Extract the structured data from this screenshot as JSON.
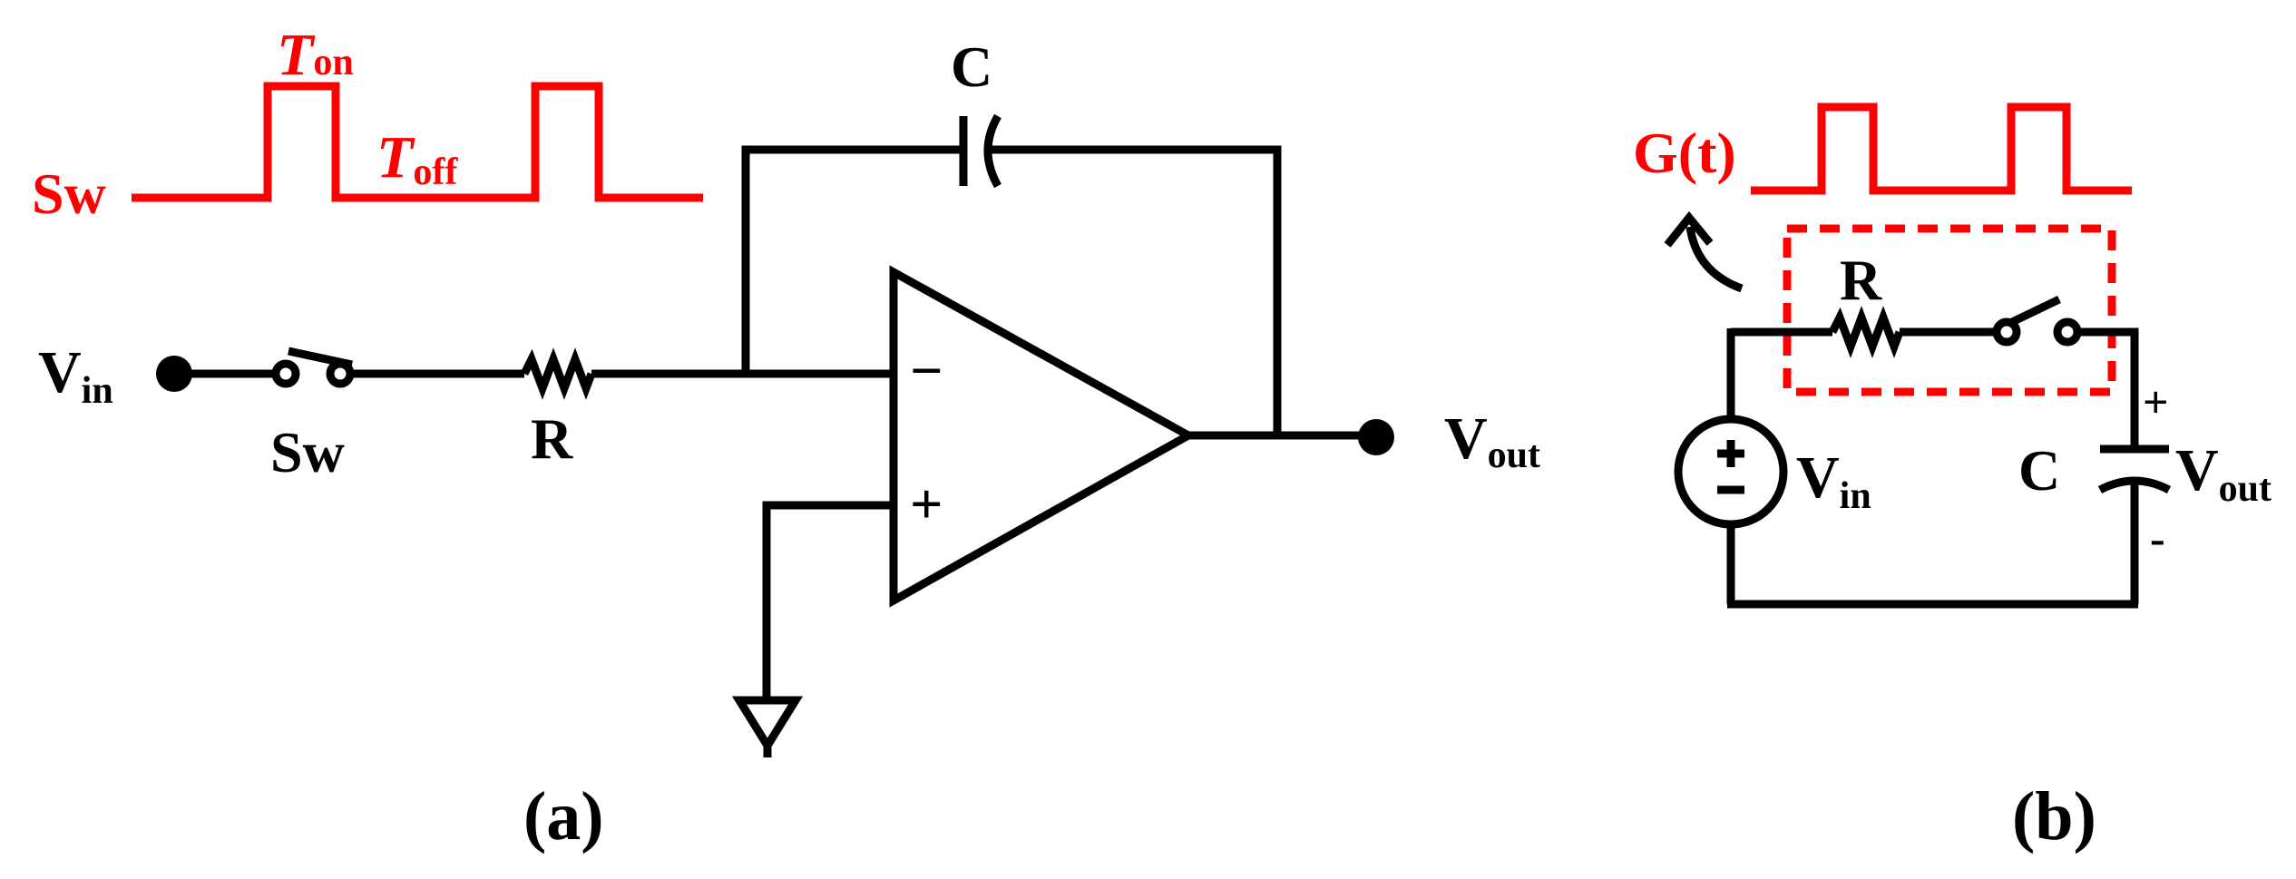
{
  "colors": {
    "wire": "#000000",
    "signal": "#ff0000",
    "background": "#ffffff"
  },
  "panel_a": {
    "caption": "(a)",
    "sw_signal_label": "Sw",
    "t_on": {
      "main": "T",
      "sub": "on"
    },
    "t_off": {
      "main": "T",
      "sub": "off"
    },
    "capacitor_label": "C",
    "input": {
      "main": "V",
      "sub": "in"
    },
    "switch_label": "Sw",
    "resistor_label": "R",
    "minus_sign": "−",
    "plus_sign": "+",
    "output": {
      "main": "V",
      "sub": "out"
    }
  },
  "panel_b": {
    "caption": "(b)",
    "signal_label": "G(t)",
    "resistor_label": "R",
    "source": {
      "main": "V",
      "sub": "in"
    },
    "capacitor_label": "C",
    "cap_plus": "+",
    "cap_minus": "-",
    "output": {
      "main": "V",
      "sub": "out"
    }
  }
}
